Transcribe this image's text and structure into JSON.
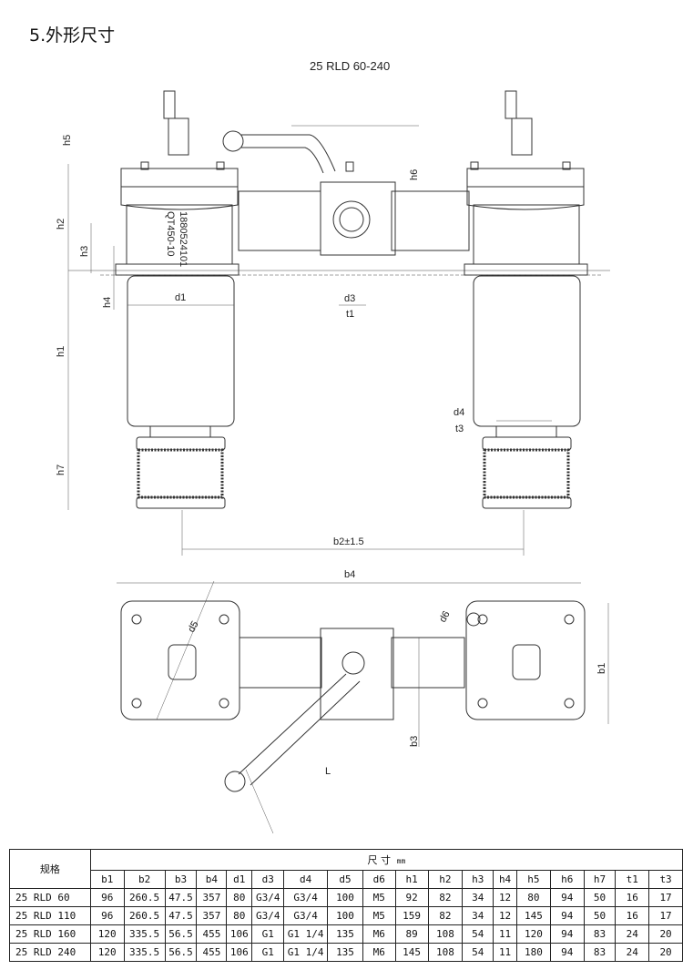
{
  "section_title": "5.外形尺寸",
  "drawing": {
    "model": "25 RLD 60-240",
    "body_marking": [
      "1880524101",
      "QT450-10"
    ],
    "labels": {
      "h5": "h5",
      "h2": "h2",
      "h3": "h3",
      "h4": "h4",
      "h1": "h1",
      "h7": "h7",
      "h6": "h6",
      "d1": "d1",
      "d3": "d3",
      "t1": "t1",
      "d4": "d4",
      "t3": "t3",
      "b2": "b2±1.5",
      "b4": "b4",
      "b1": "b1",
      "b3": "b3",
      "d5": "d5",
      "d6": "d6",
      "L": "L"
    }
  },
  "table": {
    "spec_header": "规格",
    "dim_header": "尺 寸",
    "unit": "mm",
    "columns": [
      "b1",
      "b2",
      "b3",
      "b4",
      "d1",
      "d3",
      "d4",
      "d5",
      "d6",
      "h1",
      "h2",
      "h3",
      "h4",
      "h5",
      "h6",
      "h7",
      "t1",
      "t3"
    ],
    "rows": [
      {
        "name": "25 RLD 60",
        "values": [
          "96",
          "260.5",
          "47.5",
          "357",
          "80",
          "G3/4",
          "G3/4",
          "100",
          "M5",
          "92",
          "82",
          "34",
          "12",
          "80",
          "94",
          "50",
          "16",
          "17"
        ]
      },
      {
        "name": "25 RLD 110",
        "values": [
          "96",
          "260.5",
          "47.5",
          "357",
          "80",
          "G3/4",
          "G3/4",
          "100",
          "M5",
          "159",
          "82",
          "34",
          "12",
          "145",
          "94",
          "50",
          "16",
          "17"
        ]
      },
      {
        "name": "25 RLD 160",
        "values": [
          "120",
          "335.5",
          "56.5",
          "455",
          "106",
          "G1",
          "G1 1/4",
          "135",
          "M6",
          "89",
          "108",
          "54",
          "11",
          "120",
          "94",
          "83",
          "24",
          "20"
        ]
      },
      {
        "name": "25 RLD 240",
        "values": [
          "120",
          "335.5",
          "56.5",
          "455",
          "106",
          "G1",
          "G1 1/4",
          "135",
          "M6",
          "145",
          "108",
          "54",
          "11",
          "180",
          "94",
          "83",
          "24",
          "20"
        ]
      }
    ]
  }
}
